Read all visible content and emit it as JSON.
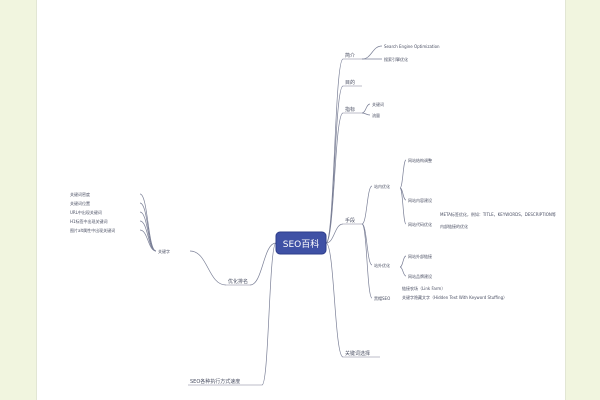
{
  "center": {
    "label": "SEO百科"
  },
  "left_branches": [
    {
      "label": "优化排名",
      "items": [
        "关键字"
      ]
    },
    {
      "label": "SEO各种执行方式速度",
      "items": []
    }
  ],
  "right_branches": [
    {
      "label": "简介",
      "items": [
        "Search Engine Optimization",
        "搜索引擎优化"
      ]
    },
    {
      "label": "目的",
      "items": []
    },
    {
      "label": "指标",
      "items": []
    },
    {
      "label": "手段",
      "items": [
        "站内优化",
        "站外优化",
        "黑帽SEO"
      ]
    },
    {
      "label": "关键词选择",
      "items": []
    }
  ],
  "right_details": {
    "metrics": [
      "关键词",
      "流量"
    ],
    "techniques": [
      "网站结构调整",
      "网站内容建设",
      "网站代码优化",
      "网站外部链接",
      "网站品牌建设"
    ],
    "blackhat": [
      "链接农场（Link Farm）",
      "关键字隐藏文字（Hidden Text With Keyword Stuffing）"
    ],
    "code": [
      "META标签优化，例如：TITLE，KEYWORDS，DESCRIPTION等",
      "内部链接的优化"
    ]
  },
  "left_details": {
    "keyword_list": [
      "关键词密度",
      "关键词位置",
      "URL中出现关键词",
      "H1标签中出现关键词",
      "图片alt属性中出现关键词"
    ]
  },
  "colors": {
    "frame": "#f1f5df",
    "line": "#7a7f96",
    "center_bg": "#3f51a5",
    "center_text": "#ffffff"
  }
}
